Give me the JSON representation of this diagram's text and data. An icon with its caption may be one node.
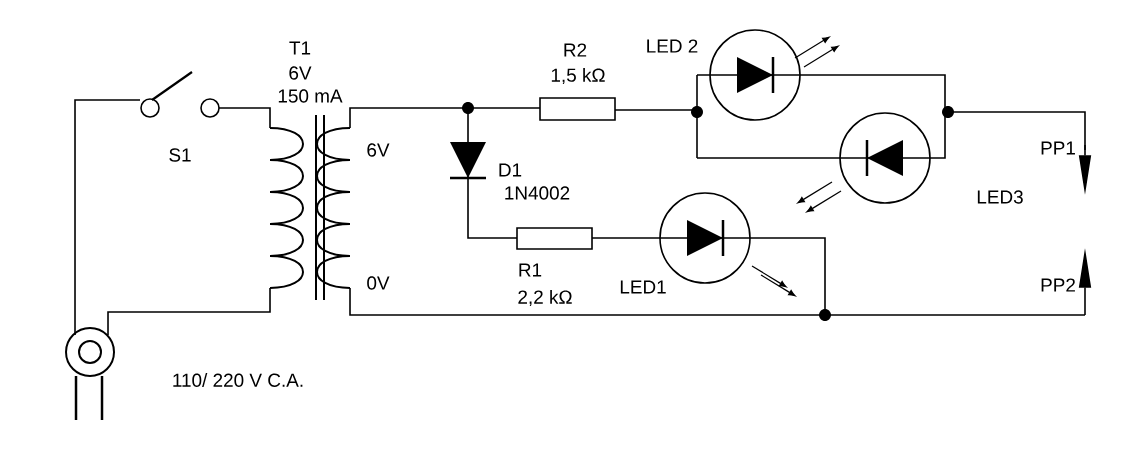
{
  "diagram": {
    "labels": [
      "T1",
      "6V",
      "150 mA",
      "S1",
      "6V",
      "0V",
      "R2",
      "1,5 kΩ",
      "LED 2",
      "D1",
      "1N4002",
      "LED3",
      "PP1",
      "R1",
      "2,2 kΩ",
      "LED1",
      "PP2",
      "110/ 220 V   C.A."
    ]
  }
}
